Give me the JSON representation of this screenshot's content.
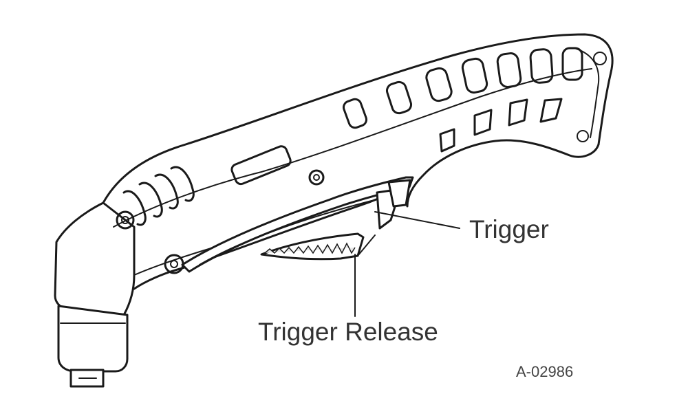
{
  "labels": {
    "trigger": "Trigger",
    "trigger_release": "Trigger Release",
    "figure_code": "A-02986"
  },
  "colors": {
    "line": "#1a1a1a",
    "text": "#333333",
    "background": "#ffffff"
  }
}
